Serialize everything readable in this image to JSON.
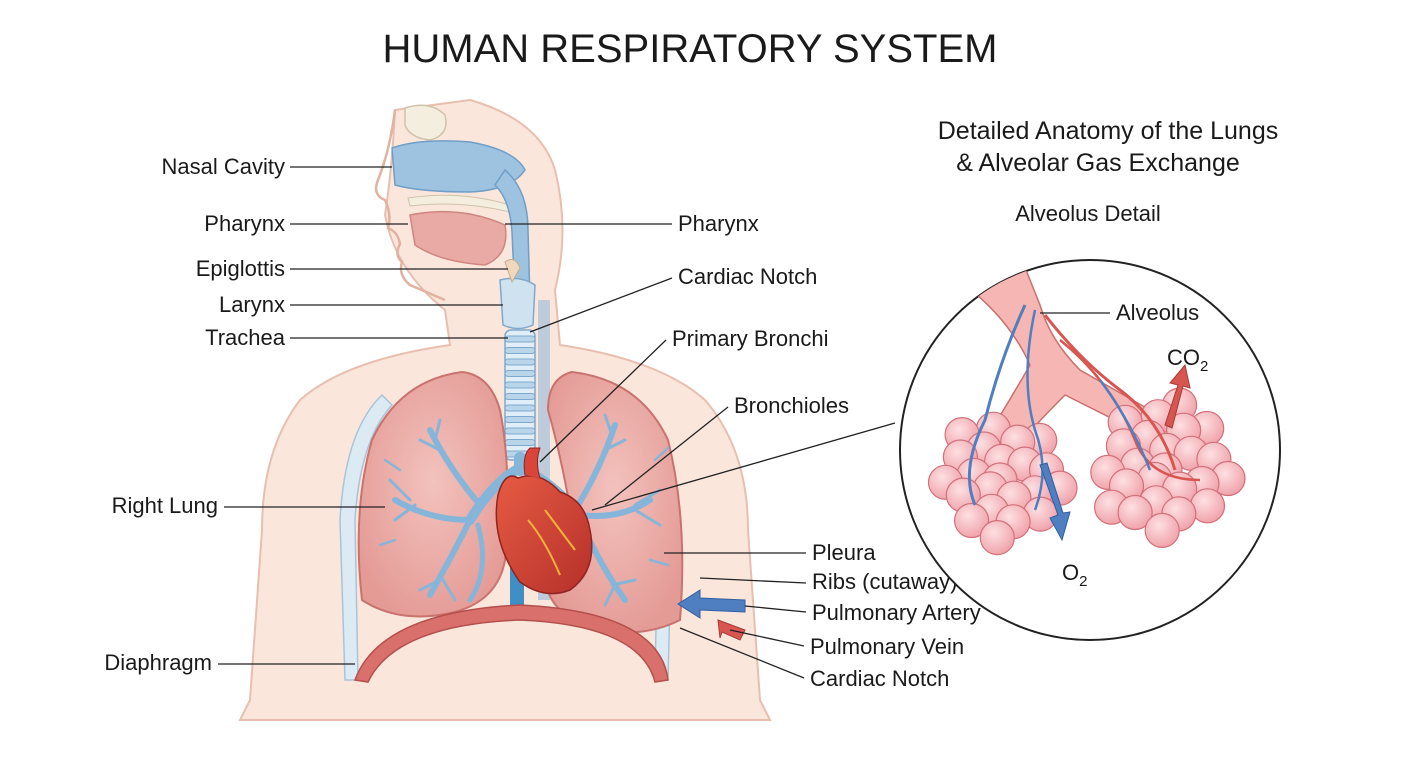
{
  "title": "HUMAN RESPIRATORY SYSTEM",
  "detail": {
    "heading_line1": "Detailed Anatomy of the Lungs",
    "heading_line2": "& Alveolar Gas Exchange",
    "inset_title": "Alveolus Detail",
    "alveolus": "Alveolus",
    "co2_base": "CO",
    "co2_sub": "2",
    "o2_base": "O",
    "o2_sub": "2"
  },
  "left_labels": {
    "nasal_cavity": "Nasal Cavity",
    "pharynx": "Pharynx",
    "epiglottis": "Epiglottis",
    "larynx": "Larynx",
    "trachea": "Trachea",
    "right_lung": "Right Lung",
    "diaphragm": "Diaphragm"
  },
  "right_labels": {
    "pharynx": "Pharynx",
    "cardiac_notch_upper": "Cardiac Notch",
    "primary_bronchi": "Primary Bronchi",
    "bronchioles": "Bronchioles",
    "pleura": "Pleura",
    "ribs": "Ribs (cutaway)",
    "pulmonary_artery": "Pulmonary Artery",
    "pulmonary_vein": "Pulmonary Vein",
    "cardiac_notch_lower": "Cardiac Notch"
  },
  "colors": {
    "skin": "#fbe6dc",
    "skin_outline": "#e8bfae",
    "airway_blue": "#9ec3e0",
    "lung_pink": "#eca9a6",
    "bronchi_blue": "#86b5da",
    "heart_red": "#d9453a",
    "diaphragm_red": "#d9706c",
    "vein_blue": "#4f7fc1",
    "artery_red": "#d95550"
  }
}
